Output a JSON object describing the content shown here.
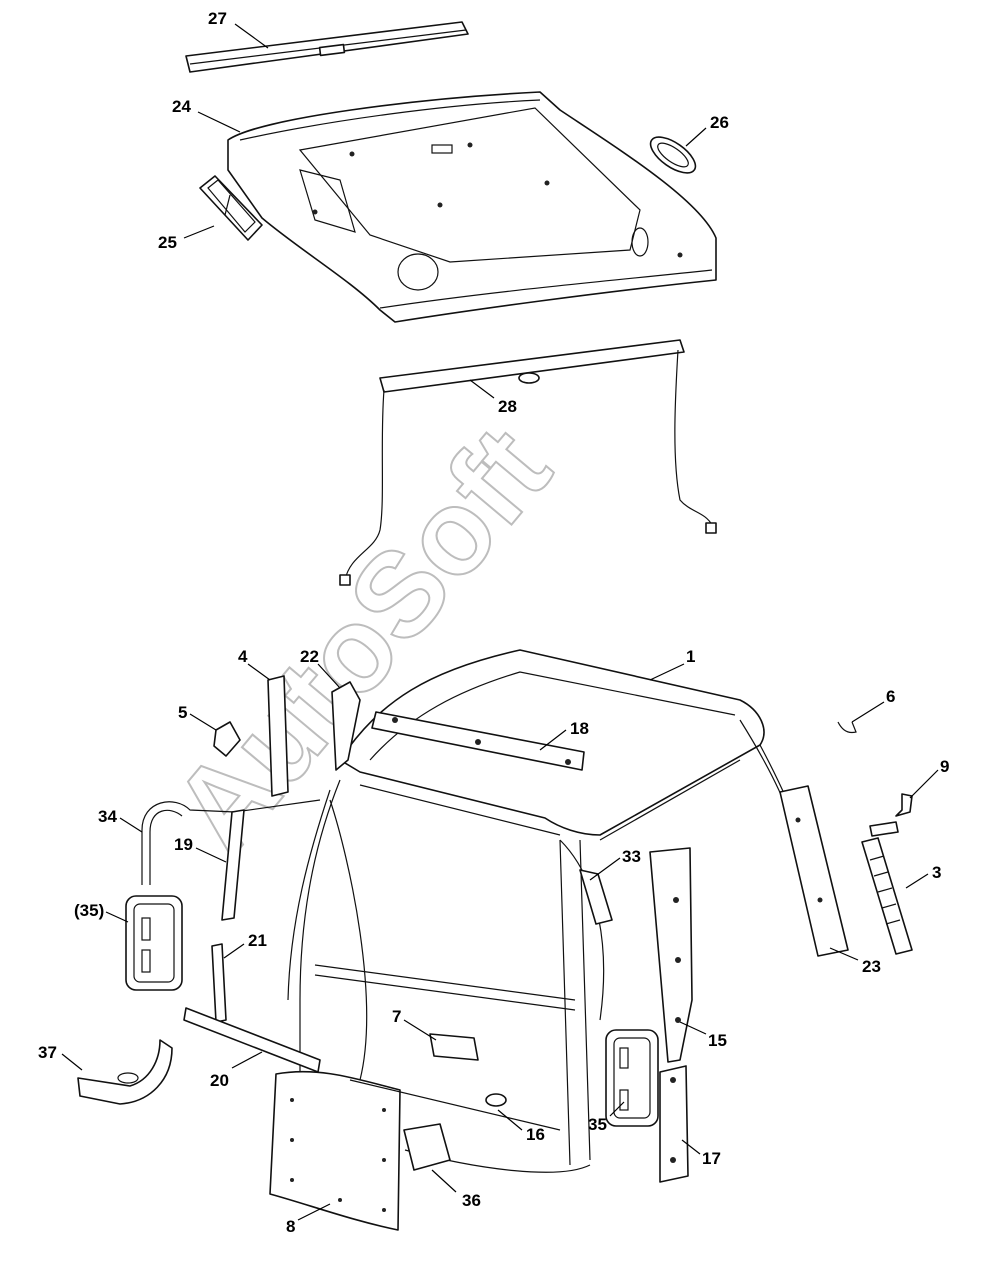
{
  "diagram": {
    "watermark": "AutoSoft",
    "callouts": [
      "1",
      "3",
      "4",
      "5",
      "6",
      "7",
      "8",
      "9",
      "15",
      "16",
      "17",
      "18",
      "19",
      "20",
      "21",
      "22",
      "23",
      "24",
      "25",
      "26",
      "27",
      "28",
      "33",
      "34",
      "(35)",
      "35",
      "36",
      "37"
    ]
  }
}
